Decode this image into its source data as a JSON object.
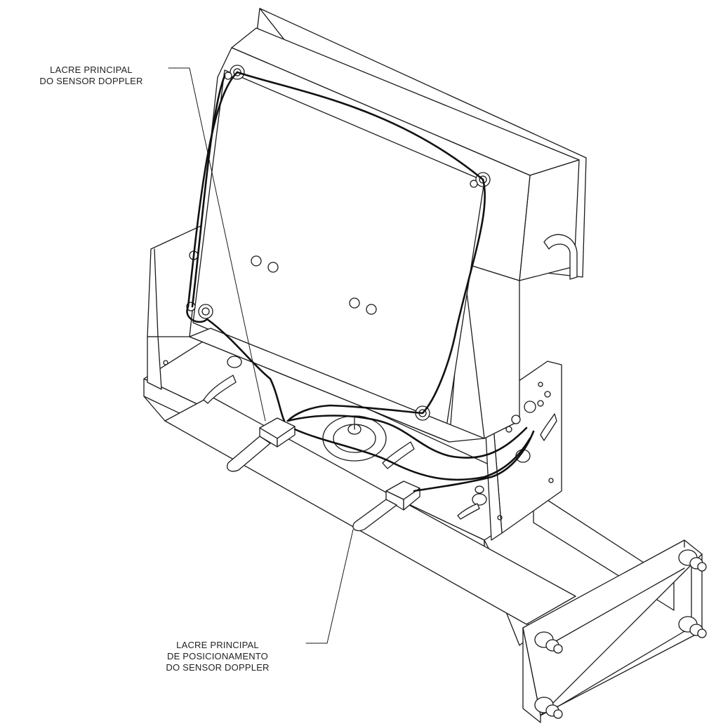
{
  "labels": {
    "top": {
      "line1": "LACRE PRINCIPAL",
      "line2": "DO SENSOR DOPPLER"
    },
    "bottom": {
      "line1": "LACRE PRINCIPAL",
      "line2": "DE POSICIONAMENTO",
      "line3": "DO SENSOR DOPPLER"
    }
  },
  "colors": {
    "line": "#1a1a1a",
    "wire": "#111111",
    "background": "#ffffff"
  }
}
